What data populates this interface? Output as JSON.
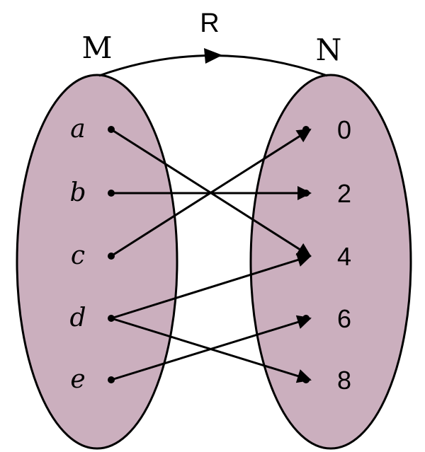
{
  "relation_label": "R",
  "set_m": {
    "label": "M",
    "elements": [
      "a",
      "b",
      "c",
      "d",
      "e"
    ]
  },
  "set_n": {
    "label": "N",
    "elements": [
      "0",
      "2",
      "4",
      "6",
      "8"
    ]
  },
  "mappings": [
    {
      "from": "a",
      "to": "4"
    },
    {
      "from": "b",
      "to": "2"
    },
    {
      "from": "c",
      "to": "0"
    },
    {
      "from": "d",
      "to": "4"
    },
    {
      "from": "d",
      "to": "8"
    },
    {
      "from": "e",
      "to": "6"
    }
  ],
  "colors": {
    "set_fill": "#cbafbe",
    "stroke": "#000000"
  }
}
